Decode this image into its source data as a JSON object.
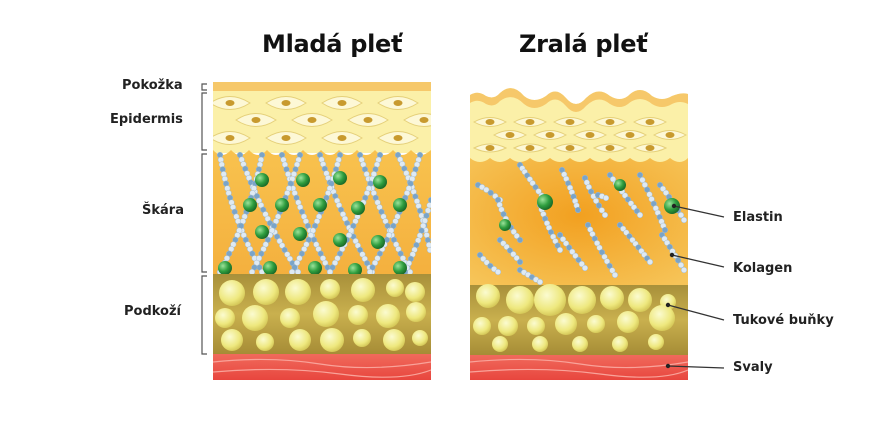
{
  "titles": {
    "young": "Mladá pleť",
    "old": "Zralá pleť"
  },
  "layers": {
    "pokozka": "Pokožka",
    "epidermis": "Epidermis",
    "skara": "Škára",
    "podkozi": "Podkoží"
  },
  "components": {
    "elastin": "Elastin",
    "kolagen": "Kolagen",
    "tukove_bunky": "Tukové buňky",
    "svaly": "Svaly"
  },
  "colors": {
    "skin_surface": "#f6c86a",
    "epidermis": "#fbf0a8",
    "dermis": "#f5b54a",
    "subcutis": "#c9a84a",
    "fat_cell": "#f1ec8a",
    "muscle": "#ef5a50",
    "elastin": "#3aa84a",
    "collagen": "#8fb6d6"
  }
}
